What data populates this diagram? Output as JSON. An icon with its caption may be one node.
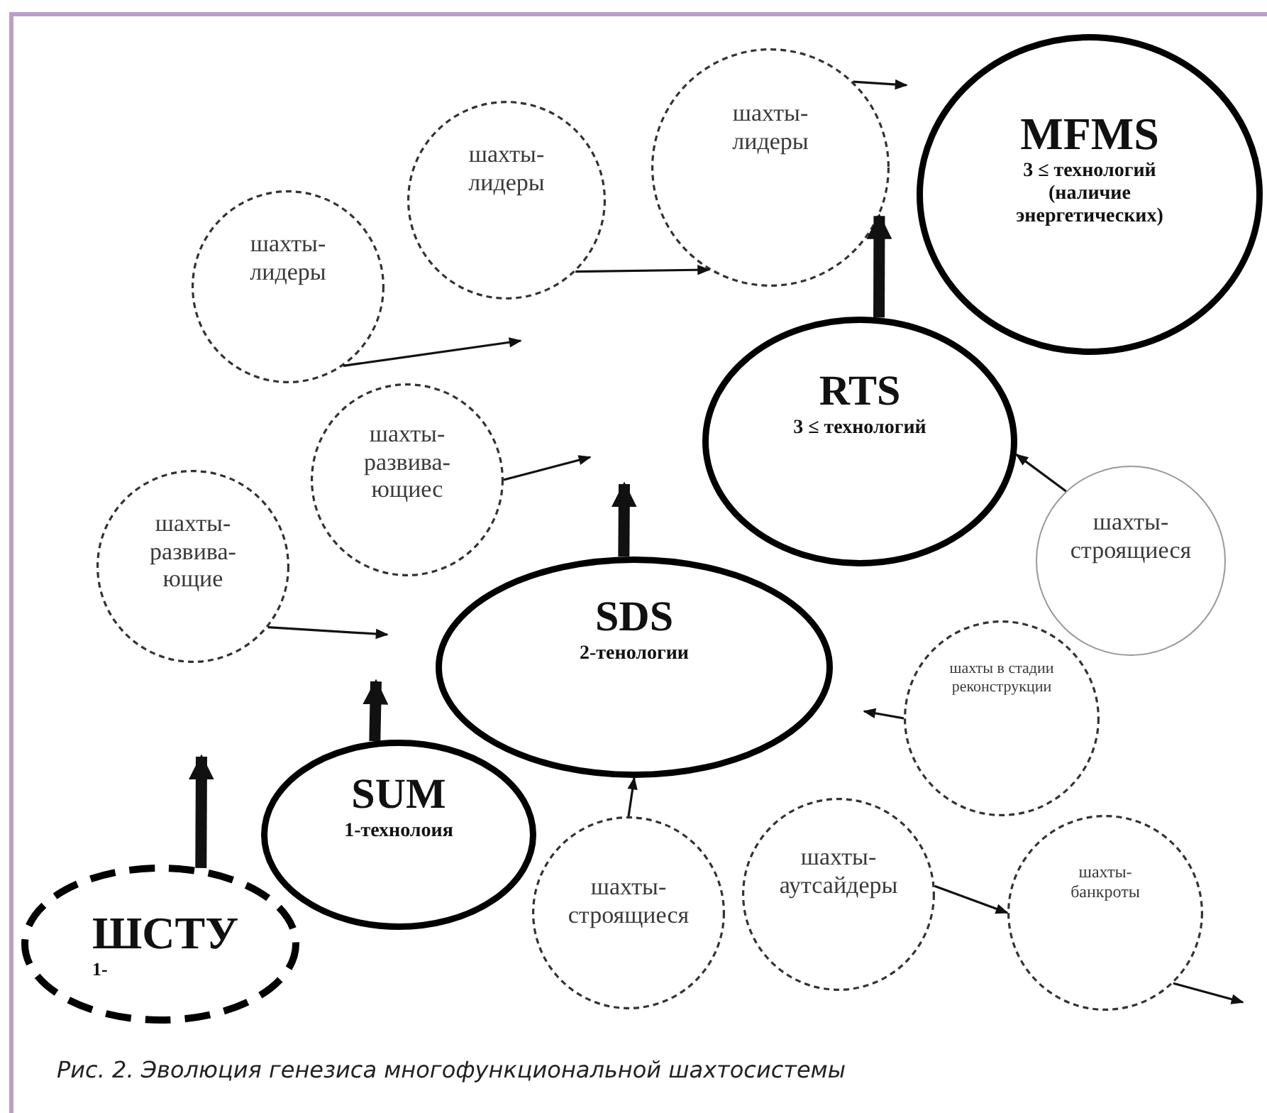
{
  "diagram": {
    "caption": "Рис. 2. Эволюция генезиса многофункциональной шахтосистемы",
    "nodes": [
      {
        "text": [
          "ШСТУ",
          "1-"
        ]
      },
      {
        "text": [
          "SUM",
          "1-технолоия"
        ]
      },
      {
        "text": [
          "SDS",
          "2-тенологии"
        ]
      },
      {
        "text": [
          "RTS",
          "3 ≤ технологий"
        ]
      },
      {
        "text": [
          "MFMS",
          "3 ≤ технологий (наличие энергетических)"
        ]
      },
      {
        "text": [
          "шахты- лидеры"
        ]
      },
      {
        "text": [
          "шахты- лидеры"
        ]
      },
      {
        "text": [
          "шахты- лидеры"
        ]
      },
      {
        "text": [
          "шахты- развива- ющиес"
        ]
      },
      {
        "text": [
          "шахты- развива- ющие"
        ]
      },
      {
        "text": [
          "шахты- строящиеся"
        ]
      },
      {
        "text": [
          "шахты в стадии реконструкции"
        ]
      },
      {
        "text": [
          "шахты- строящиеся"
        ]
      },
      {
        "text": [
          "шахты- аутсайдеры"
        ]
      },
      {
        "text": [
          "шахты- банкроты"
        ]
      }
    ],
    "edges": [
      {
        "from": 0,
        "to": null,
        "arrow": "to",
        "style": "thick"
      },
      {
        "from": 1,
        "to": null,
        "arrow": "to",
        "style": "thick"
      },
      {
        "from": 2,
        "to": null,
        "arrow": "to",
        "style": "thick"
      },
      {
        "from": 3,
        "to": 7,
        "arrow": "to",
        "style": "thick"
      },
      {
        "from": 5,
        "to": null,
        "arrow": "to"
      },
      {
        "from": 6,
        "to": 7,
        "arrow": "to"
      },
      {
        "from": 7,
        "to": null,
        "arrow": "to"
      },
      {
        "from": 8,
        "to": null,
        "arrow": "to"
      },
      {
        "from": 9,
        "to": null,
        "arrow": "to"
      },
      {
        "from": 10,
        "to": 3,
        "arrow": "to"
      },
      {
        "from": 11,
        "to": null,
        "arrow": "to"
      },
      {
        "from": 12,
        "to": 2,
        "arrow": "to"
      },
      {
        "from": 13,
        "to": 14,
        "arrow": "to"
      },
      {
        "from": 14,
        "to": null,
        "arrow": "to"
      }
    ]
  }
}
